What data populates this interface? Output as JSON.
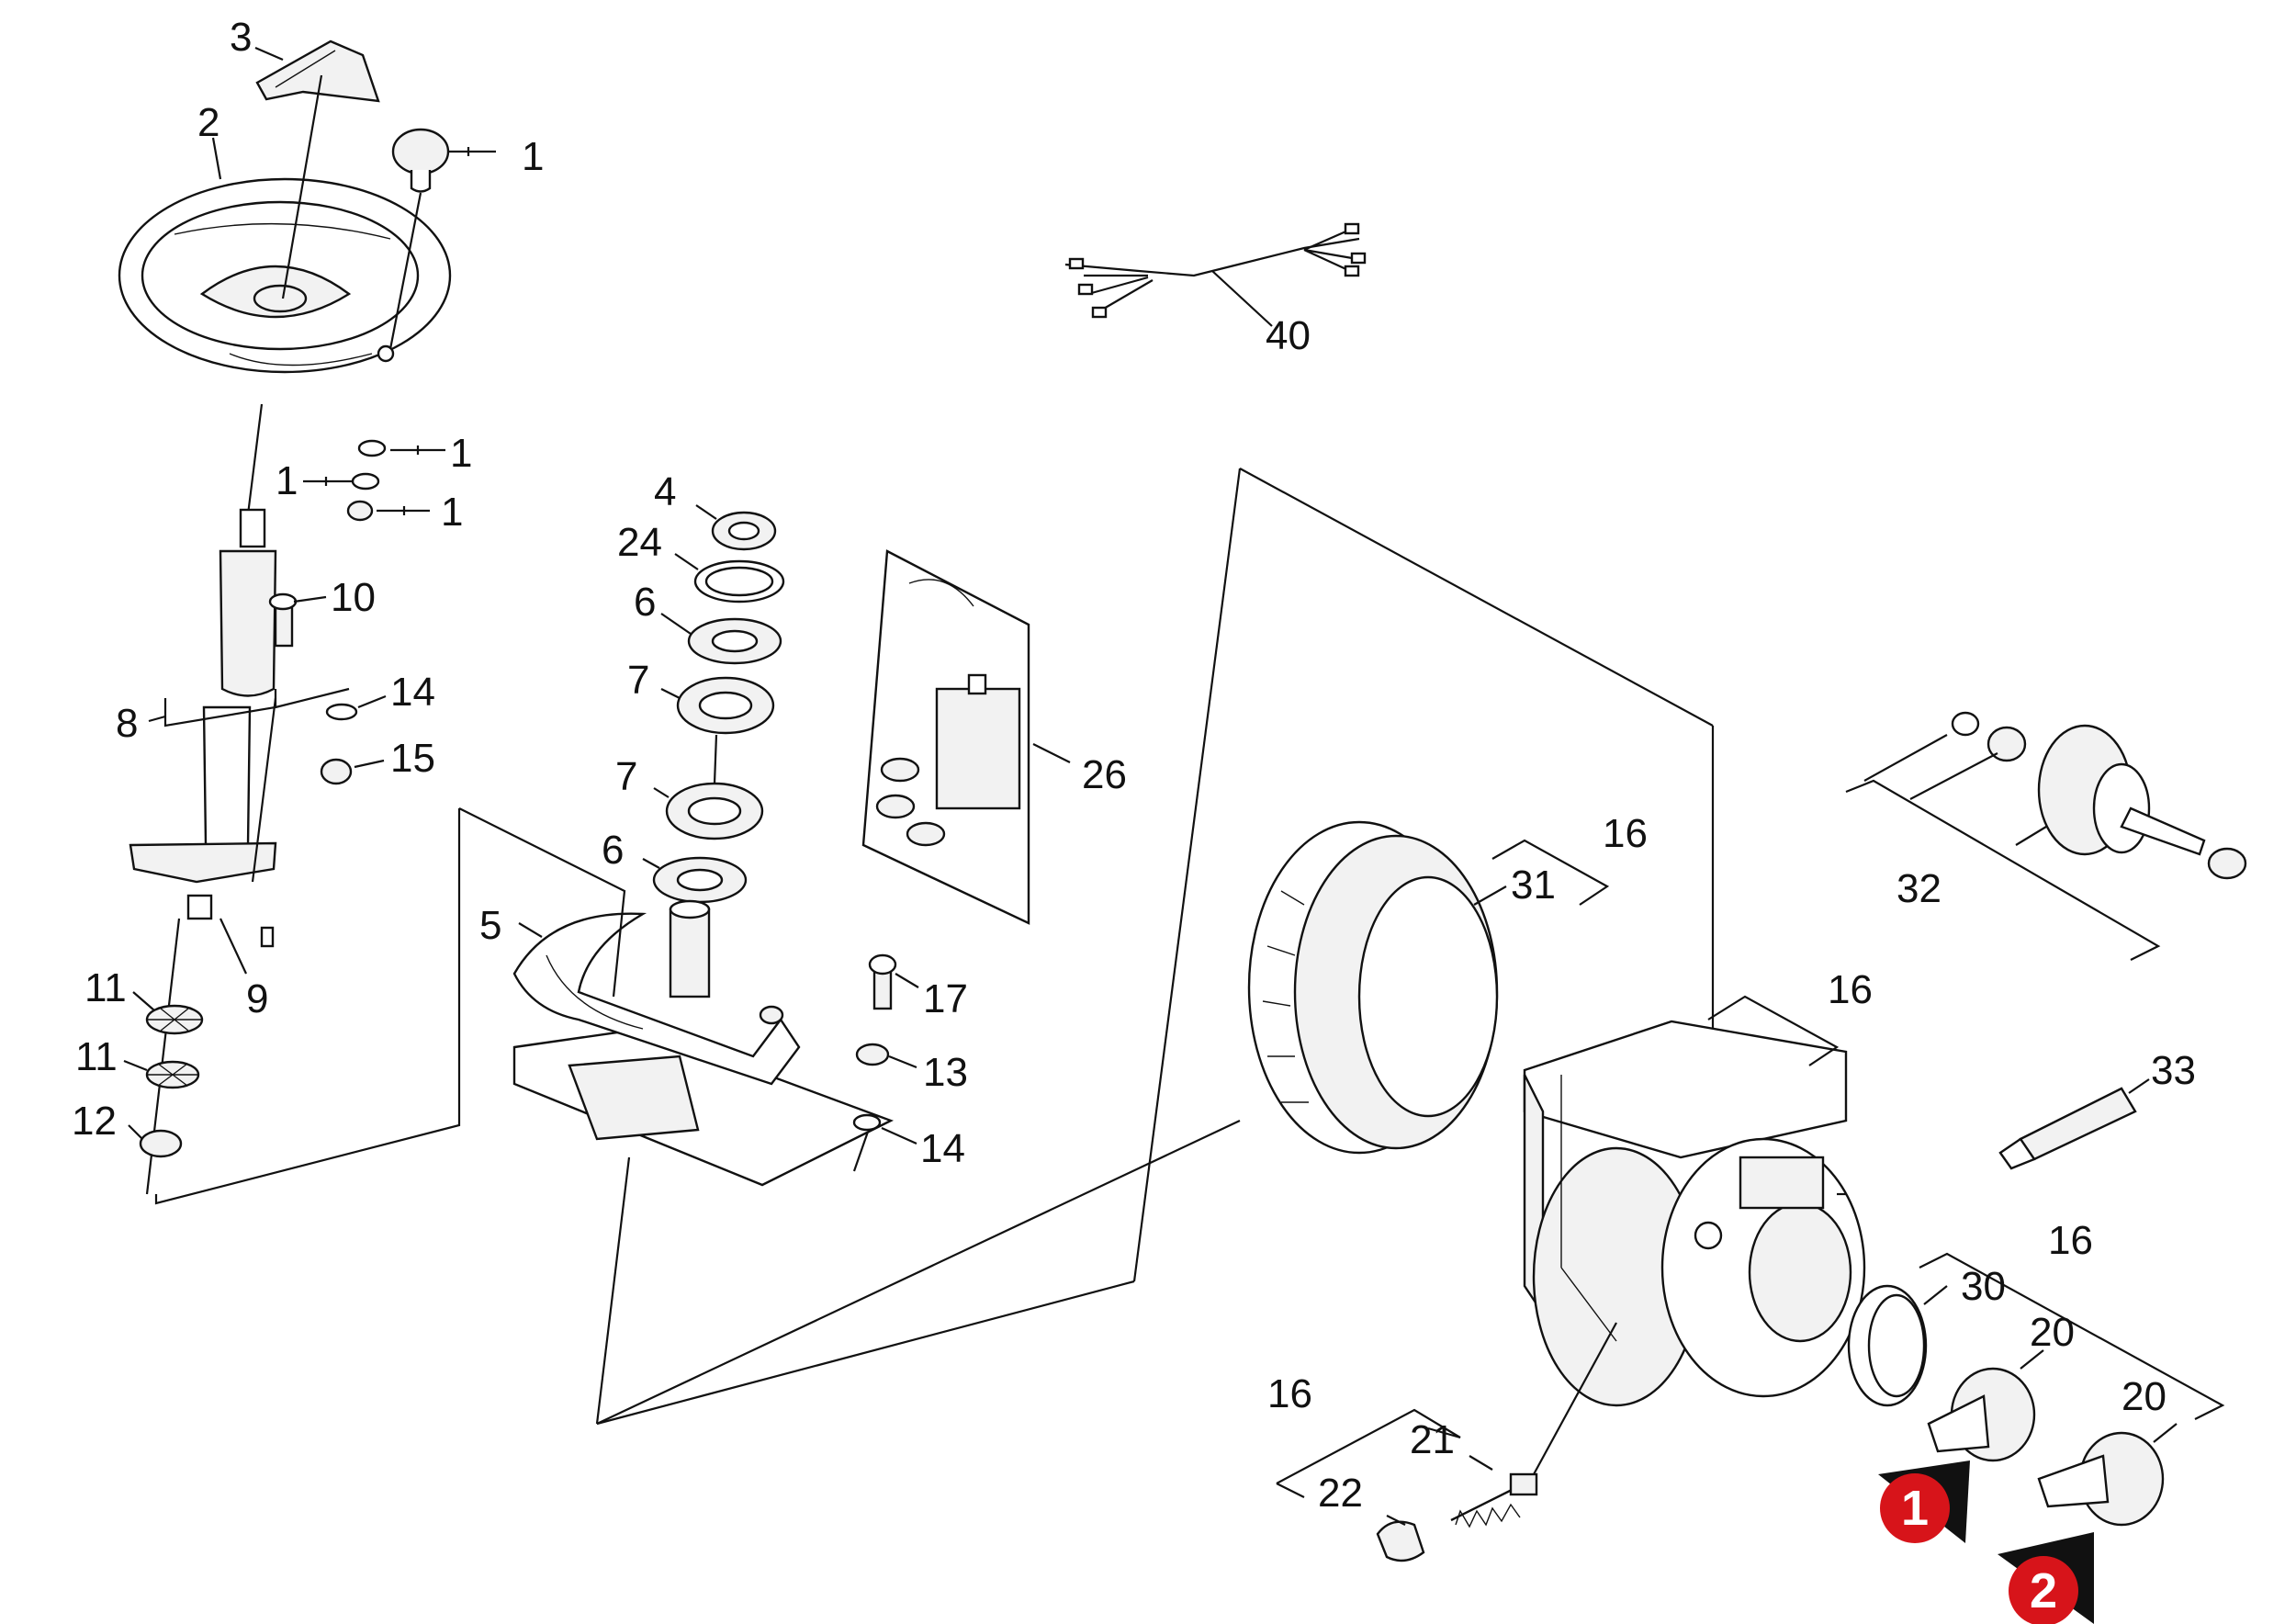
{
  "callouts": [
    {
      "id": "c3",
      "text": "3"
    },
    {
      "id": "c2",
      "text": "2"
    },
    {
      "id": "c1a",
      "text": "1"
    },
    {
      "id": "c1b",
      "text": "1"
    },
    {
      "id": "c1c",
      "text": "1"
    },
    {
      "id": "c1d",
      "text": "1"
    },
    {
      "id": "c10",
      "text": "10"
    },
    {
      "id": "c8",
      "text": "8"
    },
    {
      "id": "c14a",
      "text": "14"
    },
    {
      "id": "c15",
      "text": "15"
    },
    {
      "id": "c9",
      "text": "9"
    },
    {
      "id": "c11a",
      "text": "11"
    },
    {
      "id": "c11b",
      "text": "11"
    },
    {
      "id": "c12",
      "text": "12"
    },
    {
      "id": "c4",
      "text": "4"
    },
    {
      "id": "c24",
      "text": "24"
    },
    {
      "id": "c6a",
      "text": "6"
    },
    {
      "id": "c7a",
      "text": "7"
    },
    {
      "id": "c7b",
      "text": "7"
    },
    {
      "id": "c6b",
      "text": "6"
    },
    {
      "id": "c5",
      "text": "5"
    },
    {
      "id": "c17",
      "text": "17"
    },
    {
      "id": "c13",
      "text": "13"
    },
    {
      "id": "c14b",
      "text": "14"
    },
    {
      "id": "c26",
      "text": "26"
    },
    {
      "id": "c40",
      "text": "40"
    },
    {
      "id": "c16a",
      "text": "16"
    },
    {
      "id": "c31",
      "text": "31"
    },
    {
      "id": "c16b",
      "text": "16"
    },
    {
      "id": "c32",
      "text": "32"
    },
    {
      "id": "c33",
      "text": "33"
    },
    {
      "id": "c16c",
      "text": "16"
    },
    {
      "id": "c30",
      "text": "30"
    },
    {
      "id": "c20a",
      "text": "20"
    },
    {
      "id": "c20b",
      "text": "20"
    },
    {
      "id": "c16d",
      "text": "16"
    },
    {
      "id": "c21",
      "text": "21"
    },
    {
      "id": "c22",
      "text": "22"
    }
  ],
  "badges": [
    {
      "id": "b1",
      "text": "1",
      "color": "#d7141a"
    },
    {
      "id": "b2",
      "text": "2",
      "color": "#d7141a"
    }
  ]
}
